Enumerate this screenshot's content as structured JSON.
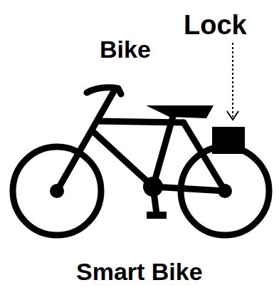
{
  "diagram": {
    "caption": "Smart Bike",
    "labels": [
      "Bike",
      "Lock"
    ]
  }
}
